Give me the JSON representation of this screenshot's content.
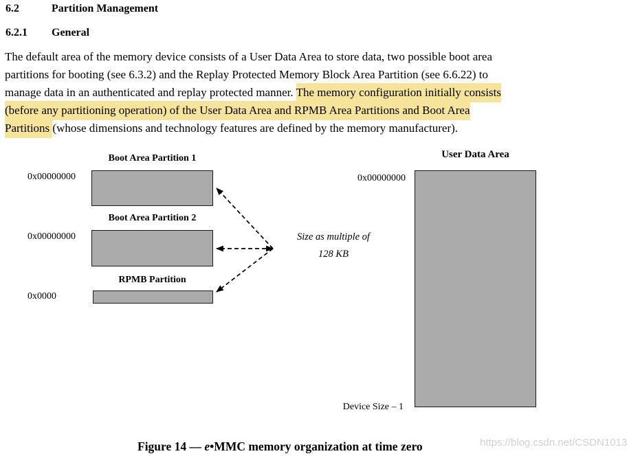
{
  "headings": [
    {
      "number": "6.2",
      "title": "Partition Management"
    },
    {
      "number": "6.2.1",
      "title": "General"
    }
  ],
  "paragraph": {
    "line1": "The default area of the memory device consists of a User Data Area to store data, two possible boot area",
    "line2": "partitions for booting (see 6.3.2) and the Replay Protected Memory Block Area Partition (see 6.6.22) to",
    "line3_normal": "manage data in an authenticated and replay protected manner. ",
    "line3_highlight": "The memory configuration initially consists",
    "line4_highlight": "(before any partitioning operation) of the User Data Area and RPMB Area Partitions and Boot Area",
    "line5_highlight": "Partitions ",
    "line5_normal": "(whose dimensions and technology features are defined by the memory manufacturer)."
  },
  "diagram": {
    "boot1": {
      "label": "Boot Area Partition 1",
      "address": "0x00000000"
    },
    "boot2": {
      "label": "Boot Area Partition 2",
      "address": "0x00000000"
    },
    "rpmb": {
      "label": "RPMB Partition",
      "address": "0x0000"
    },
    "user_data": {
      "label": "User Data Area",
      "address_top": "0x00000000",
      "address_bottom": "Device Size – 1"
    },
    "size_note_line1": "Size as multiple of",
    "size_note_line2": "128 KB"
  },
  "caption": {
    "prefix": "Figure 14 — ",
    "e_italic": "e",
    "suffix": "•MMC memory organization at time zero"
  },
  "watermark": "https://blog.csdn.net/CSDN1013",
  "colors": {
    "highlight": "#f6e49b",
    "partition_fill": "#ababab",
    "watermark_gray": "#cecece"
  }
}
